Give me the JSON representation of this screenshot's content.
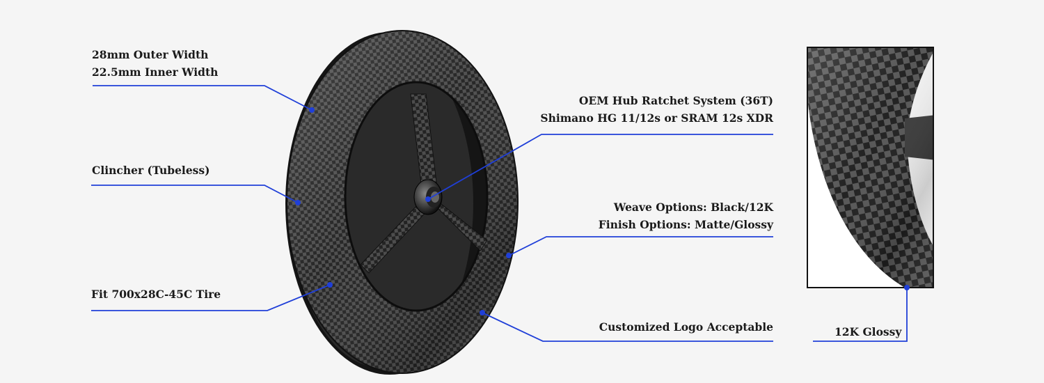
{
  "colors": {
    "background": "#f5f5f5",
    "leader_line": "#1f3fd8",
    "dot": "#1f3fd8",
    "text": "#1a1a1a",
    "carbon_dark": "#1c1c1c",
    "carbon_light": "#4a4a4a"
  },
  "callouts": {
    "rim_width": {
      "line1": "28mm Outer Width",
      "line2": "22.5mm Inner Width"
    },
    "rim_type": {
      "line1": "Clincher (Tubeless)"
    },
    "tire_fit": {
      "line1": "Fit 700x28C-45C Tire"
    },
    "hub": {
      "line1": "OEM Hub Ratchet System (36T)",
      "line2": "Shimano HG 11/12s or SRAM 12s XDR"
    },
    "weave": {
      "line1": "Weave Options: Black/12K",
      "line2": "Finish Options: Matte/Glossy"
    },
    "logo": {
      "line1": "Customized Logo Acceptable"
    },
    "detail": {
      "line1": "12K Glossy"
    }
  }
}
